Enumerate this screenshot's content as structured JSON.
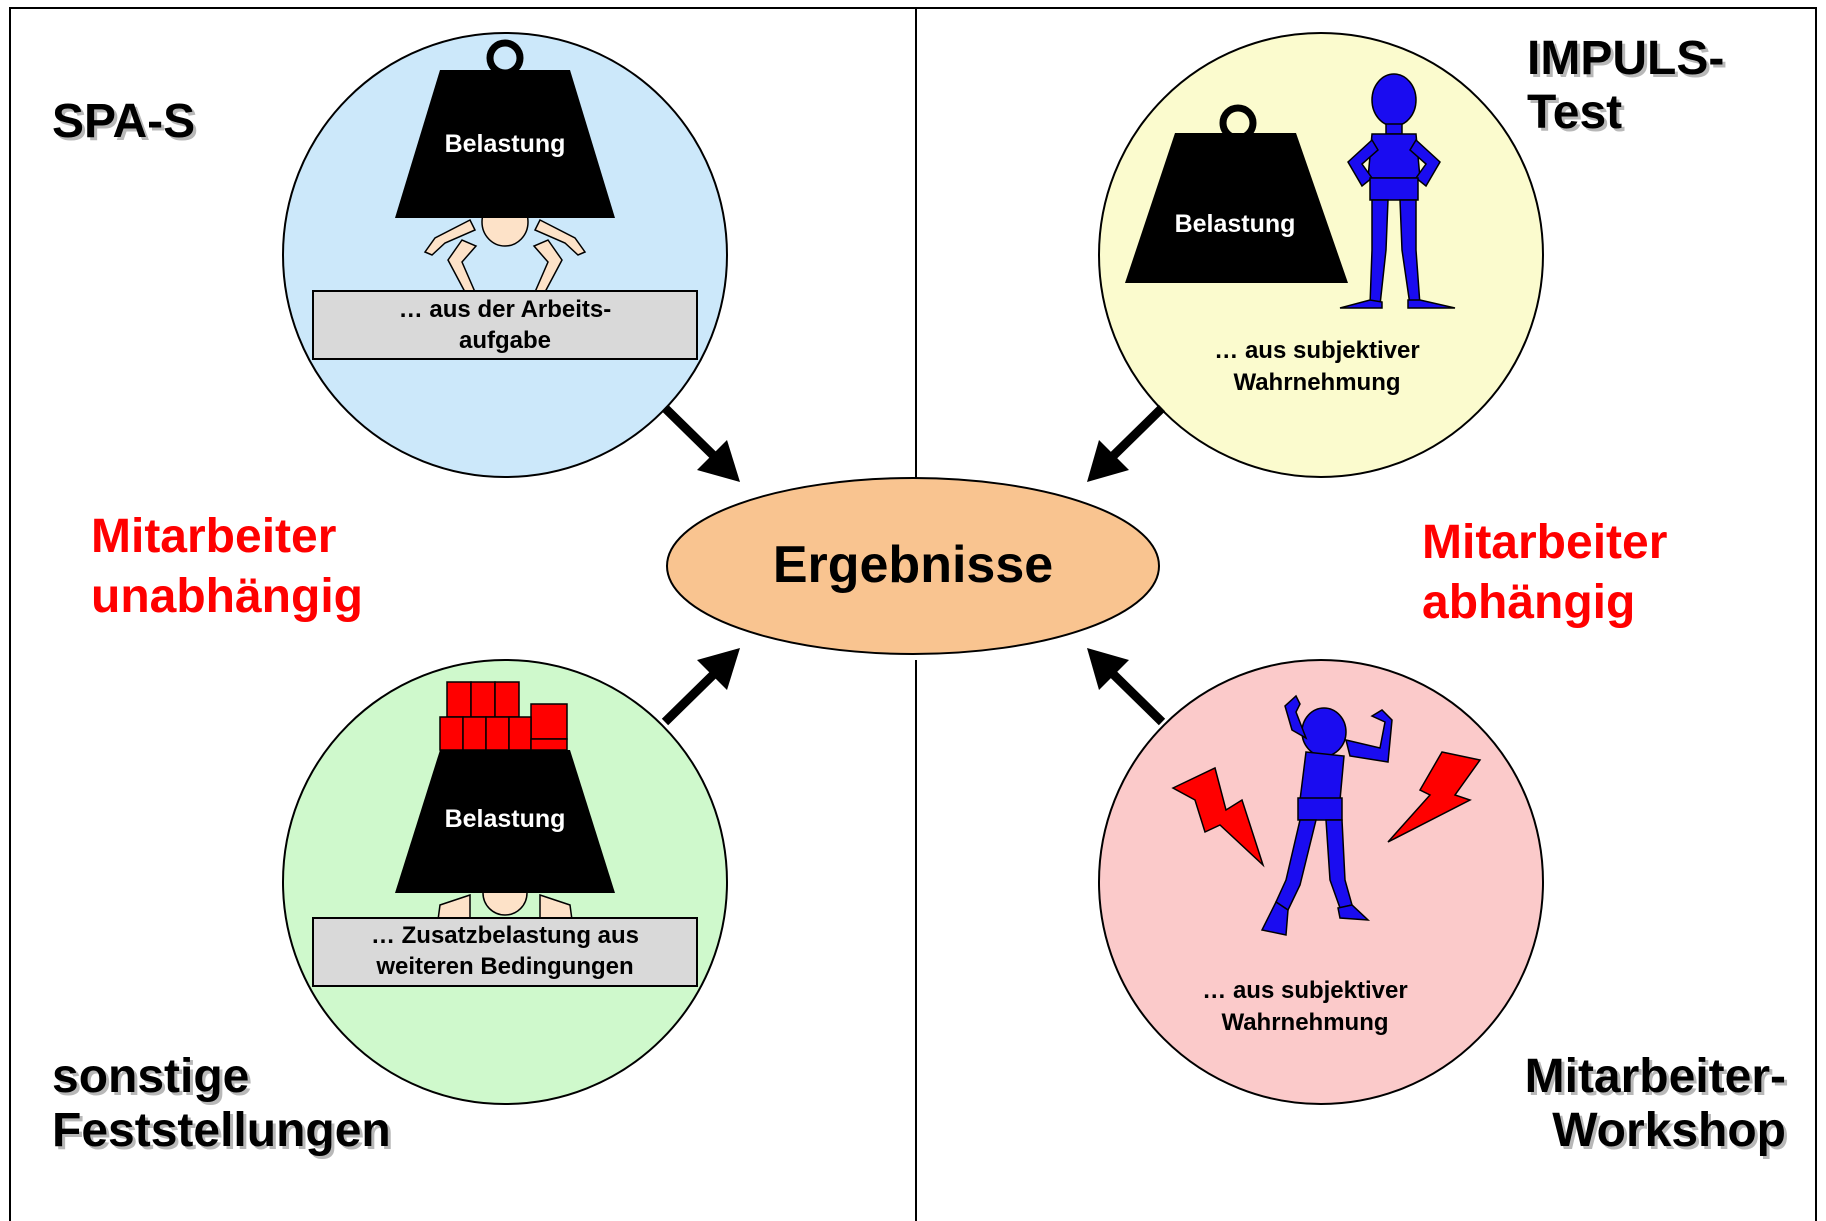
{
  "colors": {
    "circle_top_left": "#cce8fa",
    "circle_top_right": "#fbfbce",
    "circle_bottom_left": "#cff9cc",
    "circle_bottom_right": "#fbcaca",
    "center_fill": "#f9c490",
    "highlight_text": "#ff0000",
    "figure_blue": "#1a0cf0",
    "block_red": "#ff0000",
    "caption_box": "#d9d9d9"
  },
  "corners": {
    "top_left": "SPA-S",
    "top_right": [
      "IMPULS-",
      "Test"
    ],
    "bottom_left": [
      "sonstige",
      "Feststellungen"
    ],
    "bottom_right": [
      "Mitarbeiter-",
      "Workshop"
    ]
  },
  "sides": {
    "left": [
      "Mitarbeiter",
      "unabhängig"
    ],
    "right": [
      "Mitarbeiter",
      "abhängig"
    ]
  },
  "center": "Ergebnisse",
  "circles": {
    "top_left": {
      "weight_label": "Belastung",
      "caption": [
        "… aus der Arbeits-",
        "aufgabe"
      ]
    },
    "top_right": {
      "weight_label": "Belastung",
      "caption": [
        "… aus subjektiver",
        "Wahrnehmung"
      ]
    },
    "bottom_left": {
      "weight_label": "Belastung",
      "caption": [
        "… Zusatzbelastung aus",
        "weiteren Bedingungen"
      ]
    },
    "bottom_right": {
      "caption": [
        "… aus subjektiver",
        "Wahrnehmung"
      ]
    }
  },
  "icons": [
    "weight-icon",
    "lifting-person-icon",
    "standing-figure-icon",
    "frustrated-figure-icon",
    "lightning-icon",
    "red-blocks-icon"
  ]
}
